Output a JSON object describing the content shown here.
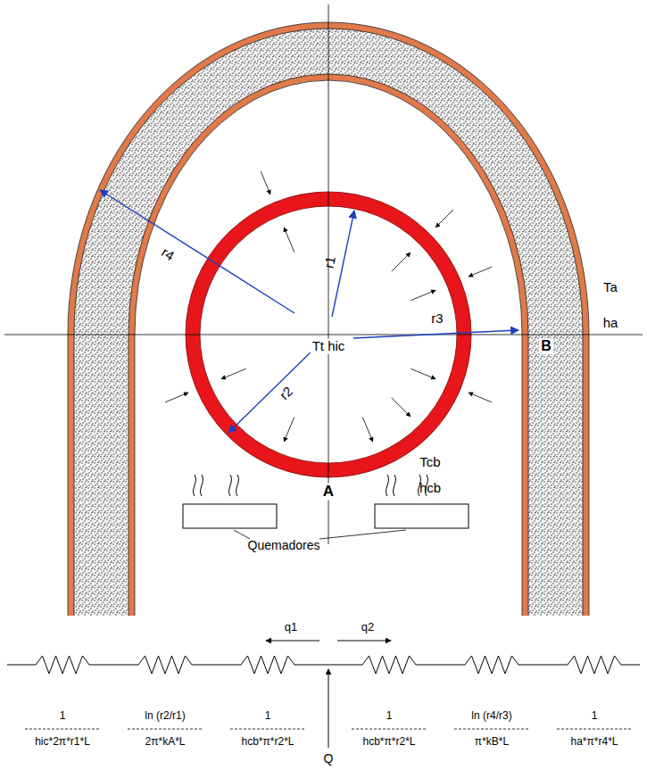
{
  "diagram": {
    "labels": [
      "r4",
      "r1",
      "r3",
      "Tt hic",
      "r2",
      "Ta",
      "ha",
      "B",
      "Tcb",
      "A",
      "hcb",
      "Quemadores",
      "q1",
      "q2",
      "1",
      "ln (r2/r1)",
      "1",
      "1",
      "ln (r4/r3)",
      "1",
      "hic*2π*r1*L",
      "2π*kA*L",
      "hcb*π*r2*L",
      "hcb*π*r2*L",
      "π*kB*L",
      "ha*π*r4*L",
      "Q"
    ]
  }
}
